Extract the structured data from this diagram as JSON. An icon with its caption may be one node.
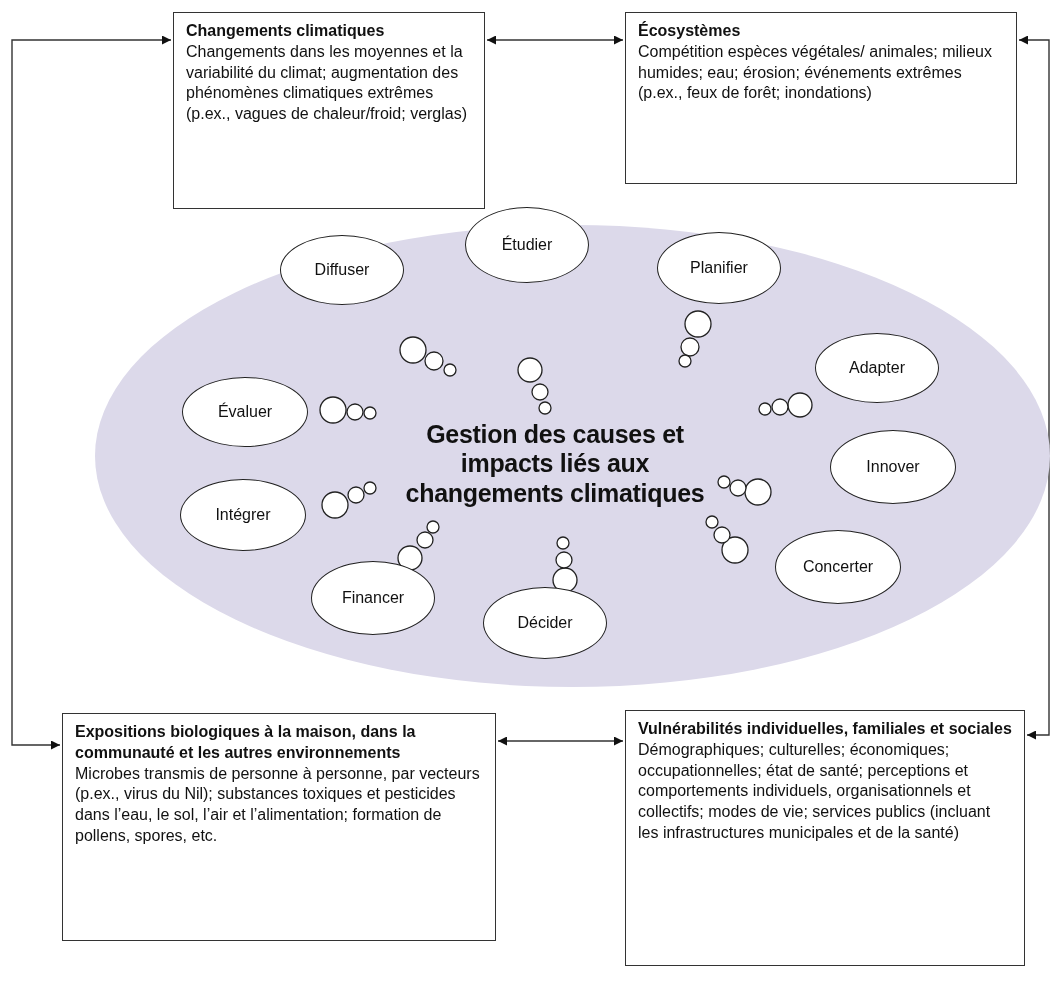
{
  "diagram": {
    "nodes": [
      {
        "text": [
          "Changements climatiques",
          "Changements dans les moyennes et la variabilité du climat; augmentation des phénomènes climatiques extrêmes (p.ex., vagues de chaleur/froid; verglas)"
        ]
      },
      {
        "text": [
          "Écosystèmes",
          "Compétition espèces végétales/ animales; milieux humides; eau; érosion; événements extrêmes (p.ex., feux de forêt; inondations)"
        ]
      },
      {
        "text": [
          "Gestion des causes et impacts liés aux changements climatiques"
        ]
      },
      {
        "text": [
          "Diffuser"
        ],
        "in": 2
      },
      {
        "text": [
          "Étudier"
        ],
        "in": 2
      },
      {
        "text": [
          "Planifier"
        ],
        "in": 2
      },
      {
        "text": [
          "Évaluer"
        ],
        "in": 2
      },
      {
        "text": [
          "Adapter"
        ],
        "in": 2
      },
      {
        "text": [
          "Intégrer"
        ],
        "in": 2
      },
      {
        "text": [
          "Innover"
        ],
        "in": 2
      },
      {
        "text": [
          "Financer"
        ],
        "in": 2
      },
      {
        "text": [
          "Concerter"
        ],
        "in": 2
      },
      {
        "text": [
          "Décider"
        ],
        "in": 2
      },
      {
        "text": [
          "Expositions biologiques à la maison, dans la communauté et les autres environnements",
          "Microbes transmis de personne à personne, par vecteurs (p.ex., virus du Nil); substances toxiques et pesticides dans l’eau, le sol, l’air et l’alimentation; formation de pollens, spores, etc."
        ]
      },
      {
        "text": [
          "Vulnérabilités individuelles, familiales et sociales",
          "Démographiques; culturelles; économiques; occupationnelles; état de santé; perceptions et comportements individuels, organisationnels et collectifs; modes de vie; services publics (incluant les infrastructures municipales et de la santé)"
        ]
      }
    ],
    "edges": [
      {
        "from": 0,
        "to": 1,
        "arrow": "both"
      },
      {
        "from": 13,
        "to": 14,
        "arrow": "both"
      },
      {
        "from": 13,
        "to": 0,
        "arrow": "both"
      },
      {
        "from": 14,
        "to": 1,
        "arrow": "both"
      }
    ]
  }
}
